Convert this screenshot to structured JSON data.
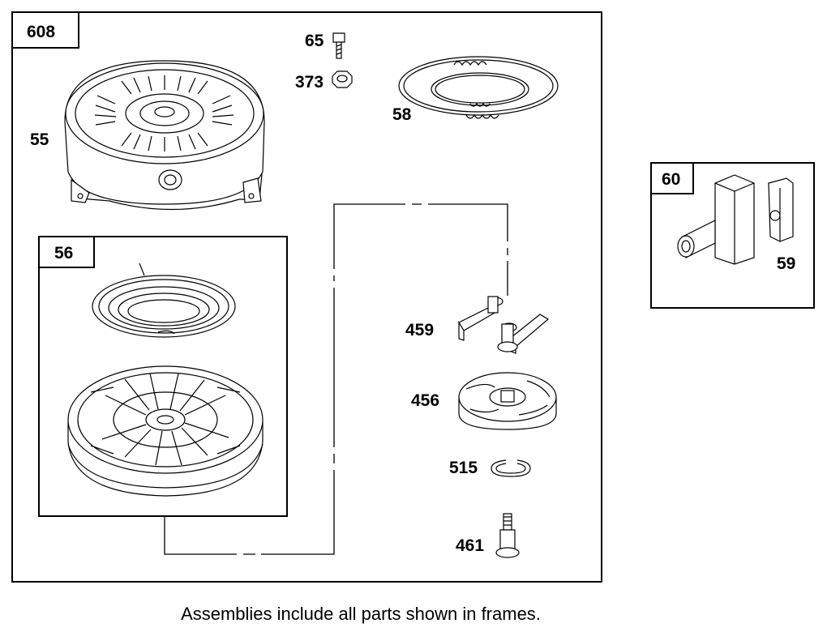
{
  "frames": {
    "main": {
      "label": "608"
    },
    "pulley": {
      "label": "56"
    },
    "handle": {
      "label": "60"
    }
  },
  "parts": {
    "housing": "55",
    "bolt": "65",
    "nut": "373",
    "rope": "58",
    "dogs": "459",
    "retainer": "456",
    "ring": "515",
    "screw": "461",
    "grip": "59"
  },
  "caption": "Assemblies include all parts shown in frames."
}
